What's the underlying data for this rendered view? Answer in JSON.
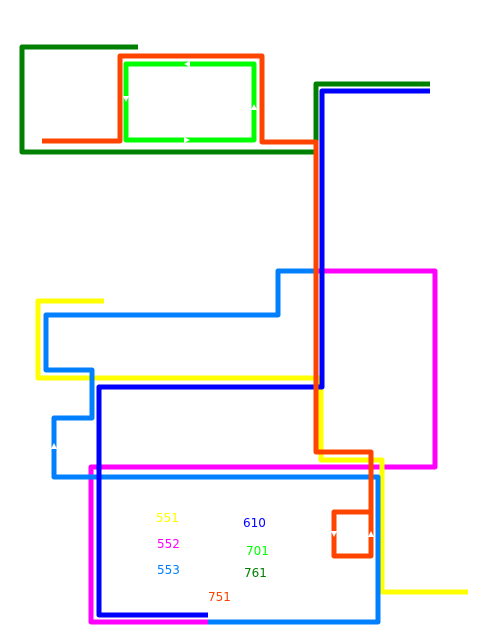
{
  "routes": [
    {
      "id": "551",
      "label": "551",
      "color": "#ffff00"
    },
    {
      "id": "552",
      "label": "552",
      "color": "#ff00ff"
    },
    {
      "id": "553",
      "label": "553",
      "color": "#0080ff"
    },
    {
      "id": "610",
      "label": "610",
      "color": "#0000ff"
    },
    {
      "id": "701",
      "label": "701",
      "color": "#00ff00"
    },
    {
      "id": "761",
      "label": "761",
      "color": "#008000"
    },
    {
      "id": "751",
      "label": "751",
      "color": "#ff4400"
    }
  ],
  "colors": {
    "background": "#ffffff",
    "direction_arrow": "#ffffff"
  },
  "icons": {
    "direction_arrow": "direction-arrow-icon"
  }
}
